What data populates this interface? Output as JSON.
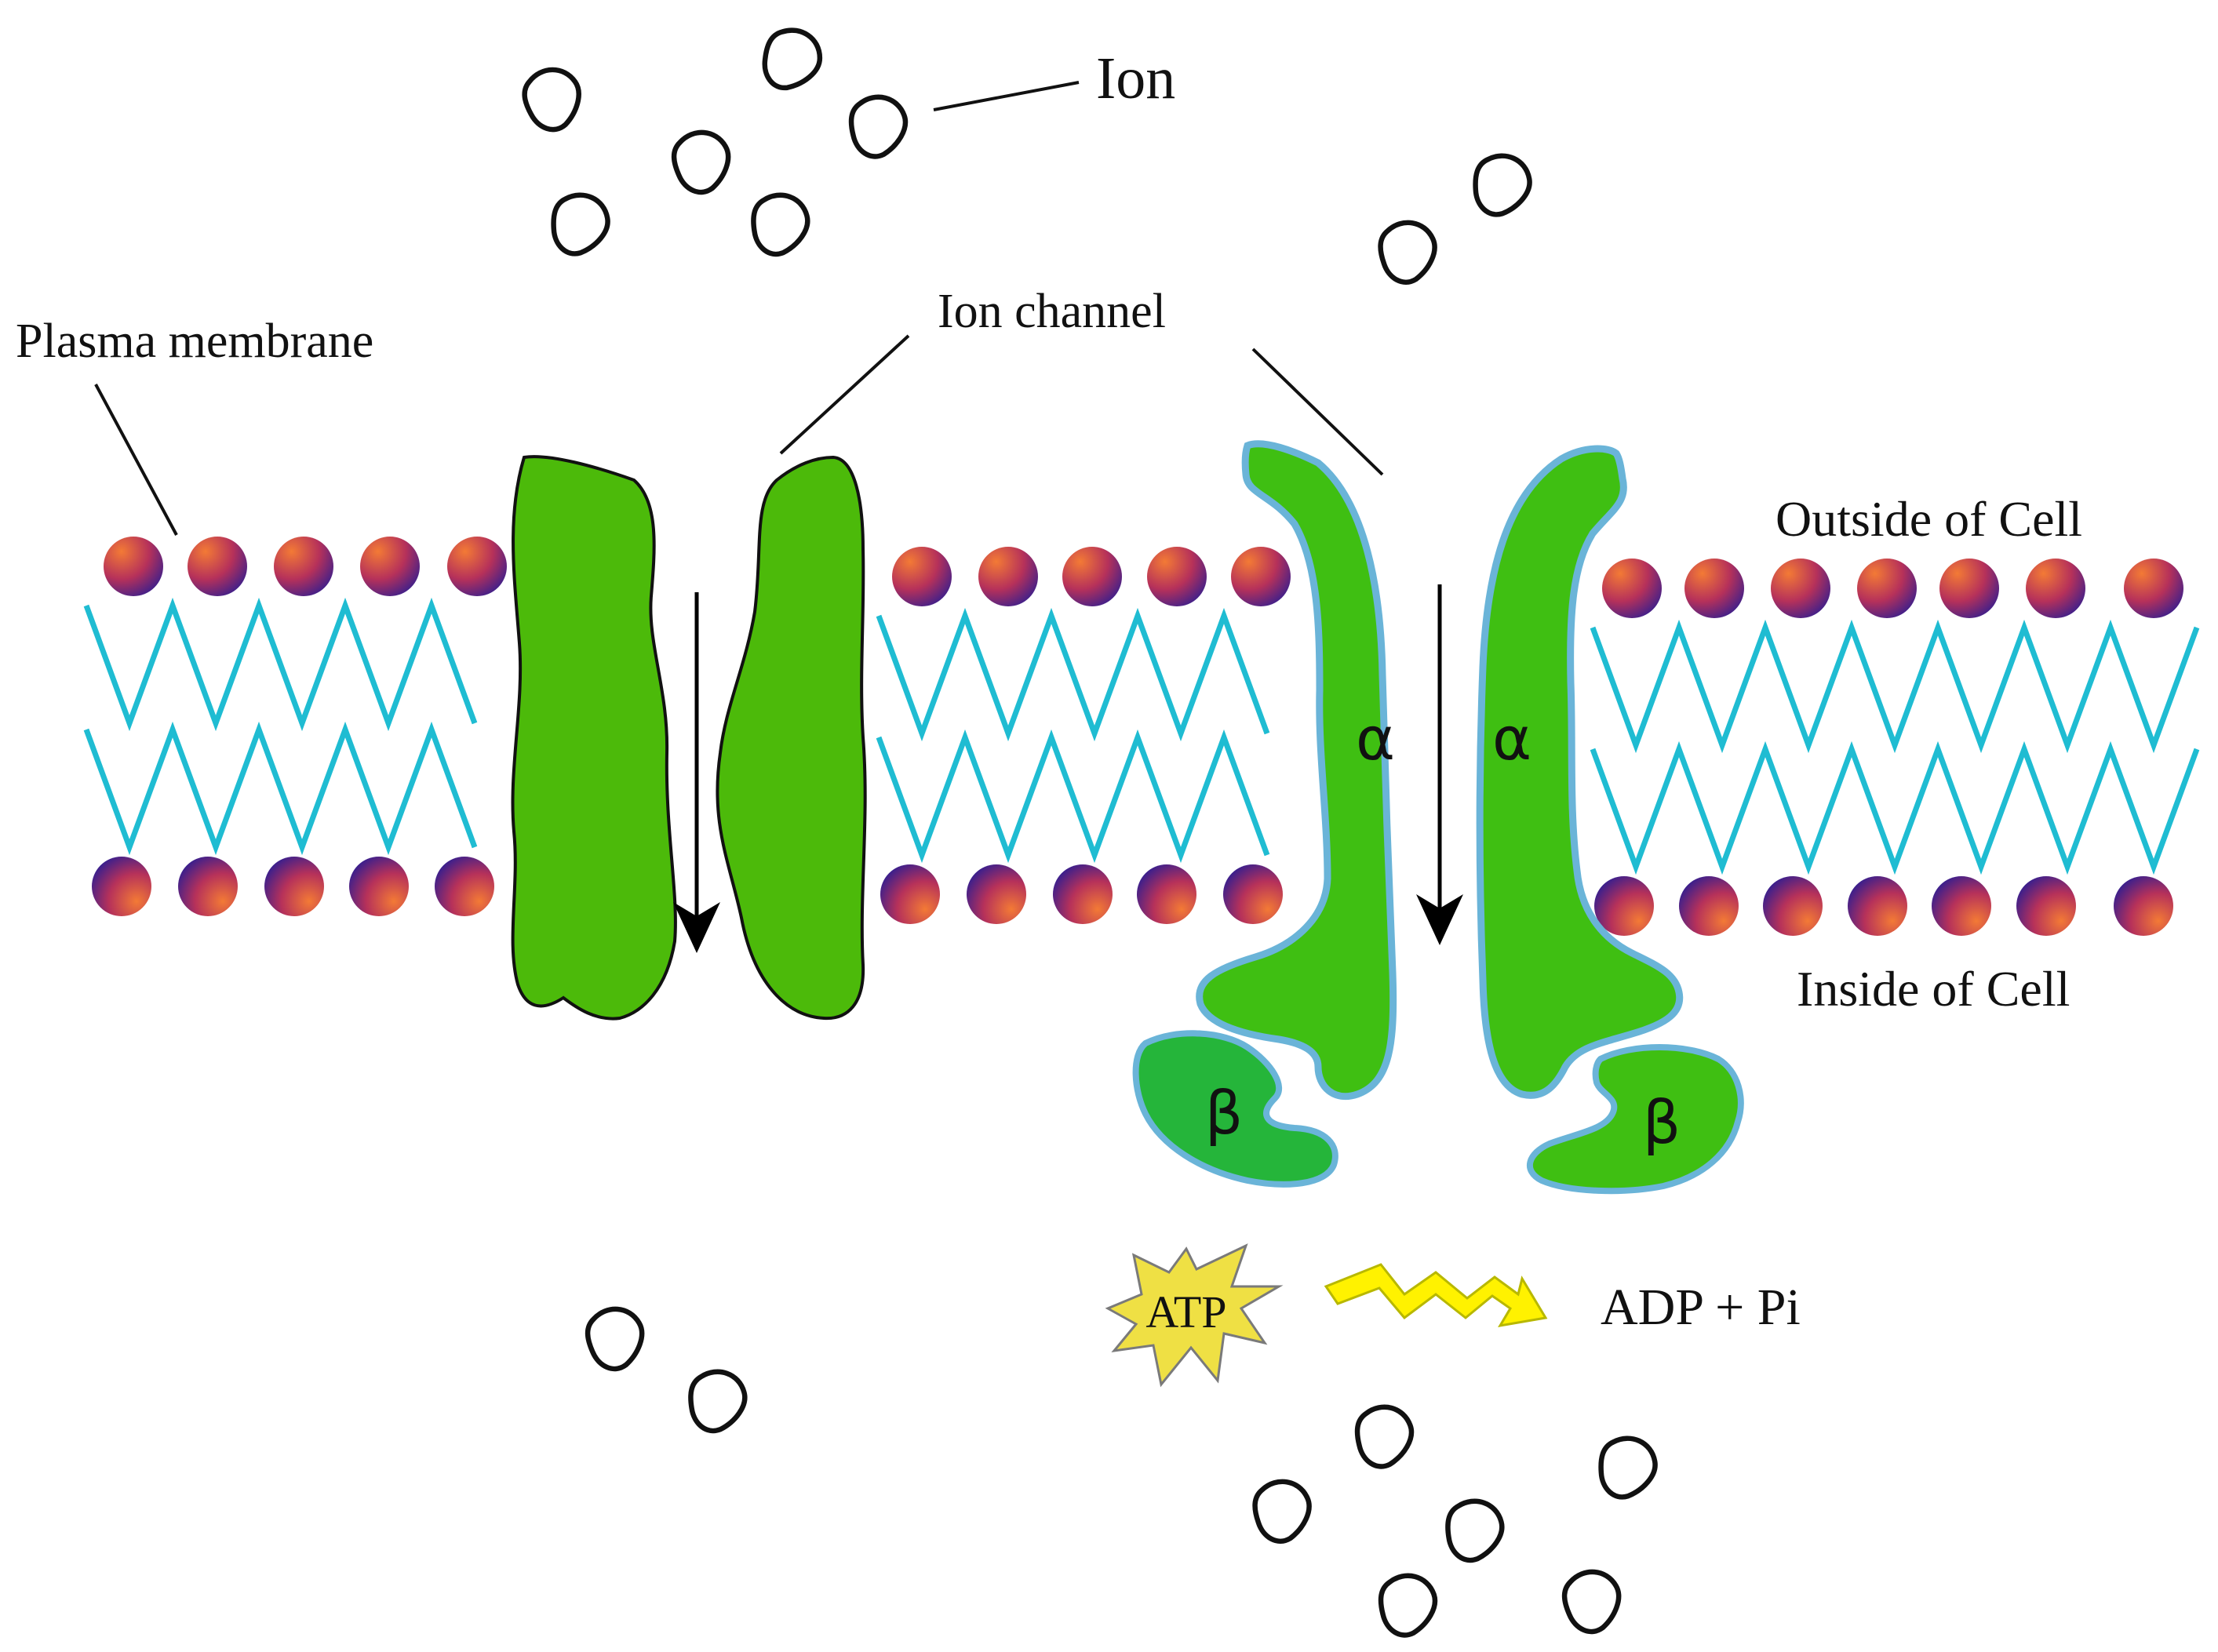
{
  "labels": {
    "ion": "Ion",
    "plasma_membrane": "Plasma membrane",
    "ion_channel": "Ion channel",
    "outside": "Outside of Cell",
    "inside": "Inside of Cell",
    "alpha": "α",
    "beta": "β",
    "atp": "ATP",
    "products": "ADP + Pi"
  },
  "colors": {
    "channel_green": "#4cba0a",
    "pump_green": "#3fbf12",
    "beta_green": "#25b53a",
    "pump_outline": "#6ab4d8",
    "tail_cyan": "#1fbcd2",
    "head_light": "#f06a2a",
    "head_dark": "#3b1f8c",
    "atp_yellow": "#efe044",
    "bolt_yellow": "#fff200"
  },
  "icons": {
    "ion": "rounded-triangle-ion-icon",
    "atp": "starburst-icon",
    "energy": "lightning-bolt-icon",
    "flow": "down-arrow-icon"
  }
}
